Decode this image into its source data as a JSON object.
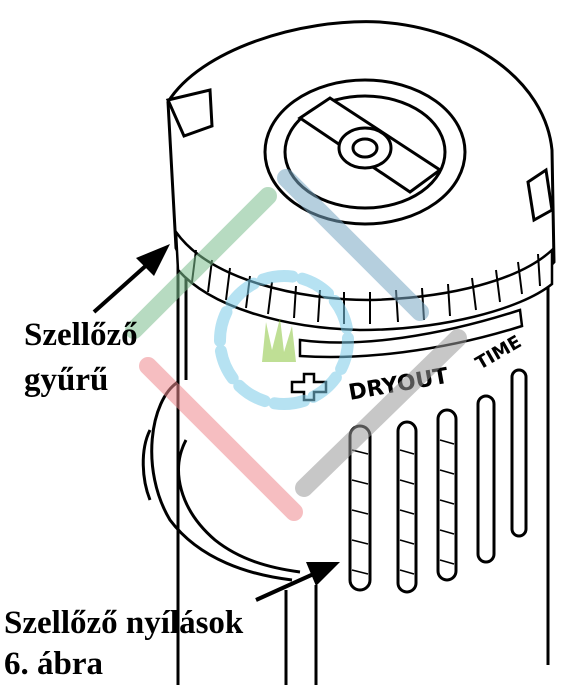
{
  "labels": {
    "vent_ring": [
      "Szellőző",
      "gyűrű"
    ],
    "vent_openings": "Szellőző nyílások",
    "figure_caption": "6. ábra"
  },
  "product_markings": {
    "dryout": "DRYOUT",
    "time": "TIME"
  },
  "watermark_colors": {
    "green": "#7dbf8f",
    "blue": "#7aa8c4",
    "red": "#ef8a8f",
    "gray": "#9a9a9a",
    "circle": "#7ccbe8",
    "grass": "#8cc63f"
  }
}
